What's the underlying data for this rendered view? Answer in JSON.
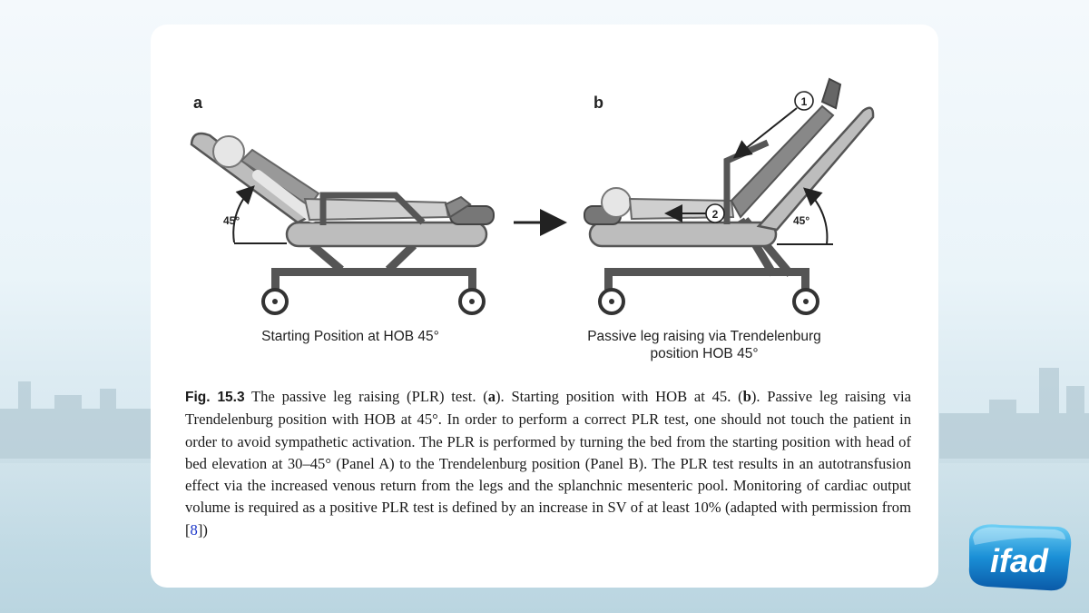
{
  "figure": {
    "panel_a_letter": "a",
    "panel_b_letter": "b",
    "angle_label_a": "45°",
    "angle_label_b": "45°",
    "step_1": "1",
    "step_2": "2",
    "panel_a_caption": "Starting Position at HOB 45°",
    "panel_b_caption_line1": "Passive leg raising via Trendelenburg",
    "panel_b_caption_line2": "position HOB 45°"
  },
  "caption": {
    "fig_label": "Fig. 15.3",
    "t1": " The passive leg raising (PLR) test. (",
    "a_bold": "a",
    "t2": "). Starting position with HOB at 45. (",
    "b_bold": "b",
    "t3": "). Passive leg raising via Trendelenburg position with HOB at 45°. In order to perform a correct PLR test, one should not touch the patient in order to avoid sympathetic activation. The PLR is performed by turning the bed from the starting position with head of bed elevation at 30–45° (Panel A) to the Trendelenburg position (Panel B). The PLR test results in an autotransfusion effect via the increased venous return from the legs and the splanchnic mesenteric pool. Monitoring of cardiac output volume is required as a positive PLR test is defined by an increase in SV of at least 10% (adapted with permission from [",
    "ref": "8",
    "t4": "])"
  },
  "logo": {
    "text": "ifad",
    "brand_color": "#1a8fd6"
  }
}
